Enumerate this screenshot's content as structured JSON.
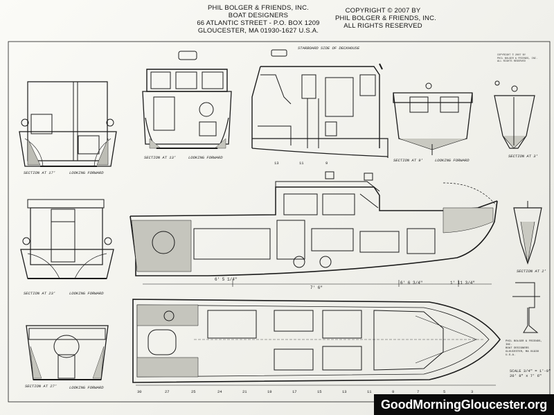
{
  "header": {
    "firm_lines": [
      "PHIL BOLGER & FRIENDS, INC.",
      "BOAT DESIGNERS",
      "66 ATLANTIC STREET - P.O. BOX 1209",
      "GLOUCESTER, MA  01930-1627 U.S.A."
    ],
    "copyright_lines": [
      "COPYRIGHT © 2007 BY",
      "PHIL BOLGER & FRIENDS, INC.",
      "ALL RIGHTS RESERVED"
    ]
  },
  "drawing": {
    "profile_note": "STARBOARD SIDE OF DECKHOUSE",
    "section_labels": {
      "s17": "SECTION AT 17'",
      "s13": "SECTION AT 13'",
      "s9": "SECTION AT 9'",
      "s3": "SECTION AT 3'",
      "s23": "SECTION AT 23'",
      "s27": "SECTION AT 27'",
      "s2": "SECTION AT 2'"
    },
    "looking_forward": "LOOKING FORWARD",
    "dimensions": {
      "d1": "6' 5 1/4\"",
      "d2": "7' 6\"",
      "d3": "6' 6 3/4\"",
      "d4": "1' 11 3/4\""
    },
    "stations": [
      "30",
      "27",
      "25",
      "24",
      "21",
      "19",
      "17",
      "15",
      "13",
      "11",
      "9",
      "7",
      "5",
      "3"
    ],
    "upper_stations": [
      "13",
      "11",
      "9"
    ],
    "title_block_lines": [
      "PHIL BOLGER & FRIENDS, INC.",
      "BOAT DESIGNERS",
      "GLOUCESTER, MA 01930 U.S.A."
    ],
    "stamp_lines": [
      "COPYRIGHT © 2007 BY",
      "PHIL BOLGER & FRIENDS, INC.",
      "ALL RIGHTS RESERVED"
    ],
    "scale_lines": [
      "SCALE 3/4\" = 1'-0\"",
      "20' 8\" x 7' 6\""
    ]
  },
  "watermark": "GoodMorningGloucester.org"
}
